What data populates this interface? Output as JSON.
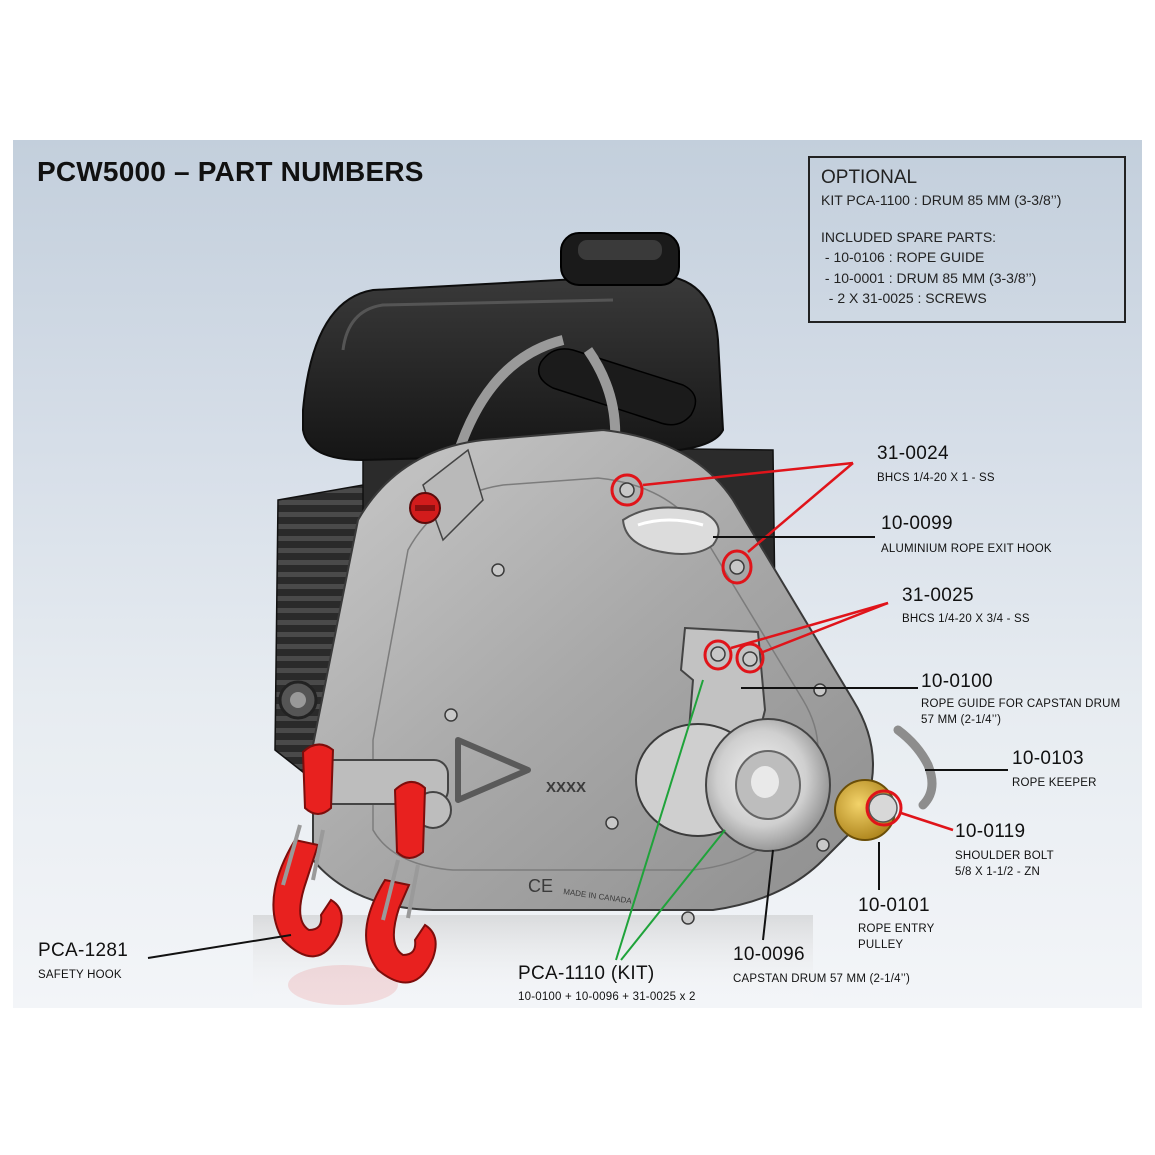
{
  "title": "PCW5000 – PART NUMBERS",
  "optional": {
    "heading": "OPTIONAL",
    "kit": "KIT PCA-1100 : DRUM 85 MM (3-3/8’’)",
    "included_heading": "INCLUDED SPARE PARTS:",
    "items": [
      " - 10-0106 : ROPE GUIDE",
      " - 10-0001 : DRUM 85 MM (3-3/8’’)",
      "  - 2 X 31-0025 : SCREWS"
    ]
  },
  "callouts": {
    "p31_0024": {
      "number": "31-0024",
      "desc": "BHCS 1/4-20 X 1 - SS"
    },
    "p10_0099": {
      "number": "10-0099",
      "desc": "ALUMINIUM ROPE EXIT HOOK"
    },
    "p31_0025": {
      "number": "31-0025",
      "desc": "BHCS 1/4-20 X 3/4 - SS"
    },
    "p10_0100": {
      "number": "10-0100",
      "desc1": "ROPE GUIDE FOR CAPSTAN DRUM",
      "desc2": "57 MM (2-1/4’’)"
    },
    "p10_0103": {
      "number": "10-0103",
      "desc": "ROPE KEEPER"
    },
    "p10_0119": {
      "number": "10-0119",
      "desc1": "SHOULDER BOLT",
      "desc2": "5/8 X 1-1/2 - ZN"
    },
    "p10_0101": {
      "number": "10-0101",
      "desc1": "ROPE ENTRY",
      "desc2": "PULLEY"
    },
    "p10_0096": {
      "number": "10-0096",
      "desc": "CAPSTAN DRUM 57 MM (2-1/4’’)"
    },
    "pca_1110": {
      "number": "PCA-1110 (KIT)",
      "desc": "10-0100 + 10-0096 + 31-0025 x 2"
    },
    "pca_1281": {
      "number": "PCA-1281",
      "desc": "SAFETY HOOK"
    }
  },
  "engraving": {
    "model_mark": "XXXX",
    "ce_mark": "CE",
    "origin": "MADE IN CANADA"
  },
  "colors": {
    "callout_red": "#e0141a",
    "kit_green": "#1fa33a",
    "hook_red": "#e8211f",
    "housing": "#a9a9a9",
    "engine_black": "#202020",
    "pulley_brass": "#caa233"
  }
}
